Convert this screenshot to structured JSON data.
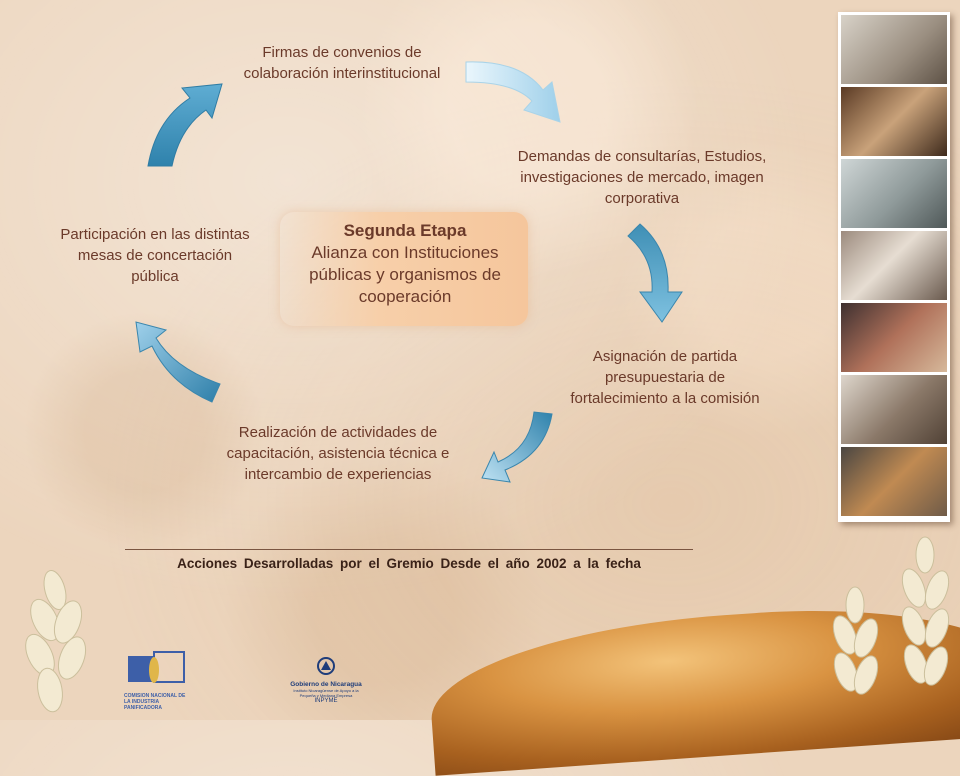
{
  "diagram": {
    "nodes": [
      {
        "id": "firmas",
        "text": "Firmas de convenios de colaboración interinstitucional"
      },
      {
        "id": "demandas",
        "text": "Demandas de consultarías, Estudios, investigaciones de mercado, imagen corporativa"
      },
      {
        "id": "asignacion",
        "text": "Asignación de partida presupuestaria de fortalecimiento a la comisión"
      },
      {
        "id": "realizacion",
        "text": "Realización de actividades de capacitación, asistencia técnica e intercambio de experiencias"
      },
      {
        "id": "participacion",
        "text": "Participación en las distintas mesas de concertación pública"
      }
    ],
    "center": {
      "title": "Segunda Etapa",
      "subtitle": "Alianza con Instituciones públicas y organismos de cooperación"
    }
  },
  "caption": "Acciones Desarrolladas por el Gremio Desde el año 2002 a la fecha",
  "colors": {
    "text": "#6b3a2a",
    "arrow_dark": "#3f8fb5",
    "arrow_light": "#e8f4fb",
    "center_box": "#f5c69c"
  },
  "logos": [
    {
      "name": "comision-logo",
      "text": "COMISION NACIONAL DE LA INDUSTRIA PANIFICADORA"
    },
    {
      "name": "gobierno-logo",
      "text": "Gobierno de Nicaragua",
      "subtext": "Instituto Nicaragüense de Apoyo a la Pequeña y Mediana Empresa",
      "acronym": "INPYME"
    }
  ]
}
